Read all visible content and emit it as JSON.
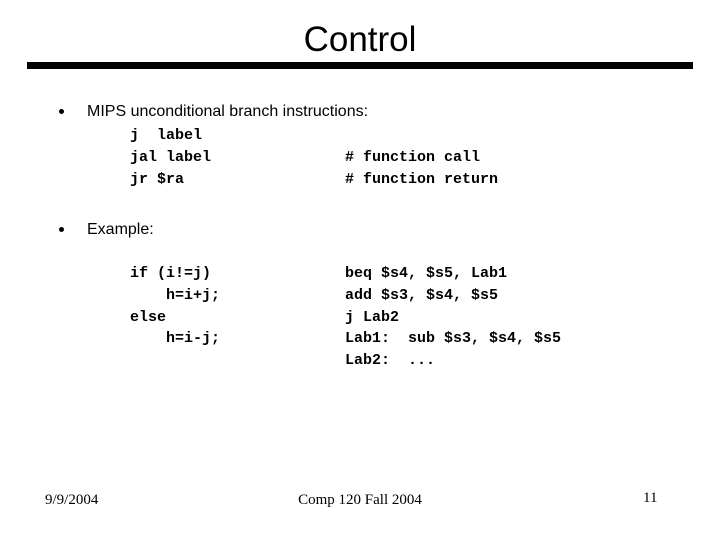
{
  "slide": {
    "title": "Control",
    "colors": {
      "background": "#ffffff",
      "text": "#000000",
      "title_rule": "#000000"
    },
    "bullets": [
      {
        "label": "MIPS unconditional branch instructions:"
      },
      {
        "label": "Example:"
      }
    ],
    "bullet_glyph": "bullet-dot",
    "code_block_1": {
      "left_lines": {
        "0": "j  label",
        "1": "jal label",
        "2": "jr $ra"
      },
      "right_lines": {
        "0": "",
        "1": "# function call",
        "2": "# function return"
      }
    },
    "code_block_2": {
      "left_lines": {
        "0": "if (i!=j)",
        "1": "    h=i+j;",
        "2": "else",
        "3": "    h=i-j;"
      },
      "right_lines": {
        "0": "beq $s4, $s5, Lab1",
        "1": "add $s3, $s4, $s5",
        "2": "j Lab2",
        "3": "Lab1:  sub $s3, $s4, $s5",
        "4": "Lab2:  ..."
      }
    },
    "footer": {
      "date": "9/9/2004",
      "course": "Comp 120 Fall 2004",
      "page_number": "11"
    }
  }
}
